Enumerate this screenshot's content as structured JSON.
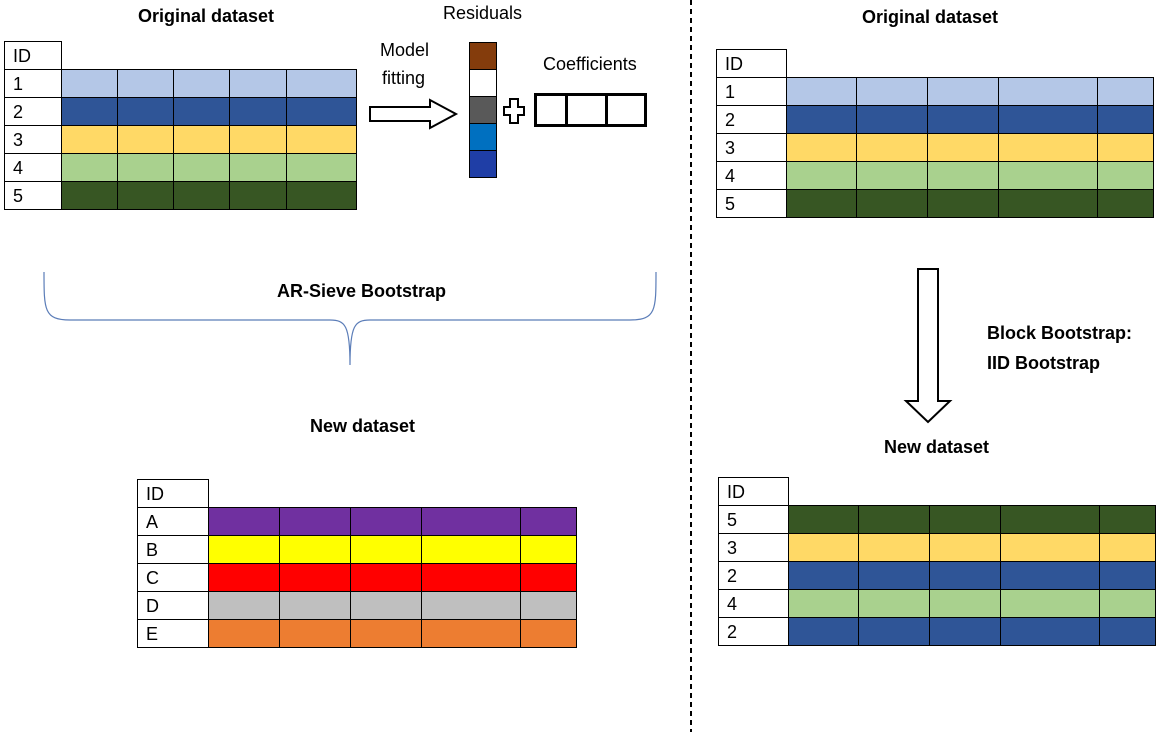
{
  "left_panel": {
    "title": "Original dataset",
    "header": "ID",
    "rows": [
      {
        "id": "1",
        "color": "#b4c7e7"
      },
      {
        "id": "2",
        "color": "#2f5597"
      },
      {
        "id": "3",
        "color": "#ffd966"
      },
      {
        "id": "4",
        "color": "#a9d18e"
      },
      {
        "id": "5",
        "color": "#375623"
      }
    ],
    "model_fitting_line1": "Model",
    "model_fitting_line2": "fitting",
    "residuals_label": "Residuals",
    "residual_colors": [
      "#843c0c",
      "#ffffff",
      "#595959",
      "#0070c0",
      "#1f3ea6"
    ],
    "plus_symbol": "+",
    "coefficients_label": "Coefficients",
    "brace_label": "AR-Sieve Bootstrap",
    "new_title": "New dataset",
    "new_header": "ID",
    "new_rows": [
      {
        "id": "A",
        "color": "#7030a0"
      },
      {
        "id": "B",
        "color": "#ffff00"
      },
      {
        "id": "C",
        "color": "#ff0000"
      },
      {
        "id": "D",
        "color": "#bfbfbf"
      },
      {
        "id": "E",
        "color": "#ed7d31"
      }
    ]
  },
  "right_panel": {
    "title": "Original dataset",
    "header": "ID",
    "rows": [
      {
        "id": "1",
        "color": "#b4c7e7"
      },
      {
        "id": "2",
        "color": "#2f5597"
      },
      {
        "id": "3",
        "color": "#ffd966"
      },
      {
        "id": "4",
        "color": "#a9d18e"
      },
      {
        "id": "5",
        "color": "#375623"
      }
    ],
    "method_line1": "Block Bootstrap:",
    "method_line2": "IID Bootstrap",
    "new_title": "New dataset",
    "new_header": "ID",
    "new_rows": [
      {
        "id": "5",
        "color": "#375623"
      },
      {
        "id": "3",
        "color": "#ffd966"
      },
      {
        "id": "2",
        "color": "#2f5597"
      },
      {
        "id": "4",
        "color": "#a9d18e"
      },
      {
        "id": "2",
        "color": "#2f5597"
      }
    ]
  }
}
